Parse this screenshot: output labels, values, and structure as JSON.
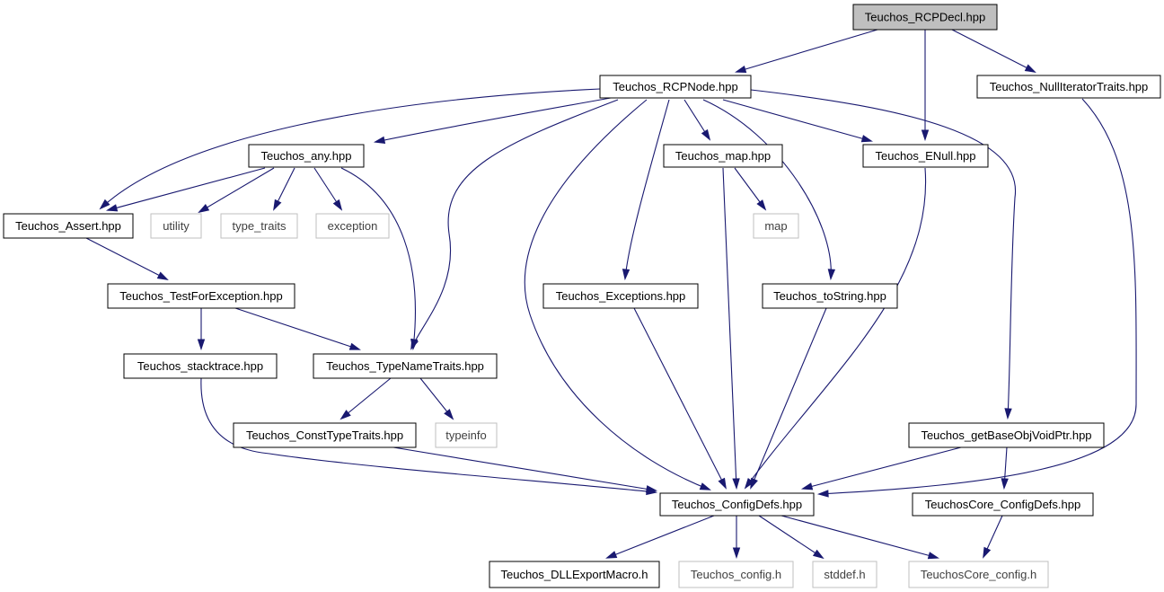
{
  "colors": {
    "edge": "#191970",
    "root_fill": "#bfbfbf",
    "node_fill": "#ffffff",
    "node_stroke": "#000000",
    "external_stroke": "#bfbfbf",
    "external_text": "#404040"
  },
  "nodes": [
    {
      "id": "rcpdecl",
      "label": "Teuchos_RCPDecl.hpp",
      "kind": "root"
    },
    {
      "id": "rcpnode",
      "label": "Teuchos_RCPNode.hpp",
      "kind": "file"
    },
    {
      "id": "nullit",
      "label": "Teuchos_NullIteratorTraits.hpp",
      "kind": "file"
    },
    {
      "id": "any",
      "label": "Teuchos_any.hpp",
      "kind": "file"
    },
    {
      "id": "mapf",
      "label": "Teuchos_map.hpp",
      "kind": "file"
    },
    {
      "id": "enull",
      "label": "Teuchos_ENull.hpp",
      "kind": "file"
    },
    {
      "id": "assert",
      "label": "Teuchos_Assert.hpp",
      "kind": "file"
    },
    {
      "id": "utility",
      "label": "utility",
      "kind": "external"
    },
    {
      "id": "typetraits",
      "label": "type_traits",
      "kind": "external"
    },
    {
      "id": "exception",
      "label": "exception",
      "kind": "external"
    },
    {
      "id": "map",
      "label": "map",
      "kind": "external"
    },
    {
      "id": "testfor",
      "label": "Teuchos_TestForException.hpp",
      "kind": "file"
    },
    {
      "id": "exceptions",
      "label": "Teuchos_Exceptions.hpp",
      "kind": "file"
    },
    {
      "id": "tostring",
      "label": "Teuchos_toString.hpp",
      "kind": "file"
    },
    {
      "id": "stacktrace",
      "label": "Teuchos_stacktrace.hpp",
      "kind": "file"
    },
    {
      "id": "typename",
      "label": "Teuchos_TypeNameTraits.hpp",
      "kind": "file"
    },
    {
      "id": "consttype",
      "label": "Teuchos_ConstTypeTraits.hpp",
      "kind": "file"
    },
    {
      "id": "typeinfo",
      "label": "typeinfo",
      "kind": "external"
    },
    {
      "id": "getbase",
      "label": "Teuchos_getBaseObjVoidPtr.hpp",
      "kind": "file"
    },
    {
      "id": "configdefs",
      "label": "Teuchos_ConfigDefs.hpp",
      "kind": "file"
    },
    {
      "id": "coreconfigdefs",
      "label": "TeuchosCore_ConfigDefs.hpp",
      "kind": "file"
    },
    {
      "id": "dllexport",
      "label": "Teuchos_DLLExportMacro.h",
      "kind": "file"
    },
    {
      "id": "config",
      "label": "Teuchos_config.h",
      "kind": "external"
    },
    {
      "id": "stddef",
      "label": "stddef.h",
      "kind": "external"
    },
    {
      "id": "coreconfig",
      "label": "TeuchosCore_config.h",
      "kind": "external"
    }
  ],
  "edges": [
    [
      "rcpdecl",
      "rcpnode"
    ],
    [
      "rcpdecl",
      "enull"
    ],
    [
      "rcpdecl",
      "nullit"
    ],
    [
      "rcpnode",
      "assert"
    ],
    [
      "rcpnode",
      "any"
    ],
    [
      "rcpnode",
      "typename"
    ],
    [
      "rcpnode",
      "configdefs"
    ],
    [
      "rcpnode",
      "exceptions"
    ],
    [
      "rcpnode",
      "mapf"
    ],
    [
      "rcpnode",
      "tostring"
    ],
    [
      "rcpnode",
      "enull"
    ],
    [
      "rcpnode",
      "getbase"
    ],
    [
      "any",
      "assert"
    ],
    [
      "any",
      "utility"
    ],
    [
      "any",
      "typetraits"
    ],
    [
      "any",
      "exception"
    ],
    [
      "any",
      "typename"
    ],
    [
      "mapf",
      "map"
    ],
    [
      "mapf",
      "configdefs"
    ],
    [
      "enull",
      "configdefs"
    ],
    [
      "nullit",
      "configdefs"
    ],
    [
      "assert",
      "testfor"
    ],
    [
      "testfor",
      "stacktrace"
    ],
    [
      "testfor",
      "typename"
    ],
    [
      "stacktrace",
      "configdefs"
    ],
    [
      "typename",
      "consttype"
    ],
    [
      "typename",
      "typeinfo"
    ],
    [
      "consttype",
      "configdefs"
    ],
    [
      "exceptions",
      "configdefs"
    ],
    [
      "tostring",
      "configdefs"
    ],
    [
      "getbase",
      "configdefs"
    ],
    [
      "getbase",
      "coreconfigdefs"
    ],
    [
      "configdefs",
      "dllexport"
    ],
    [
      "configdefs",
      "config"
    ],
    [
      "configdefs",
      "stddef"
    ],
    [
      "configdefs",
      "coreconfig"
    ],
    [
      "coreconfigdefs",
      "coreconfig"
    ]
  ]
}
